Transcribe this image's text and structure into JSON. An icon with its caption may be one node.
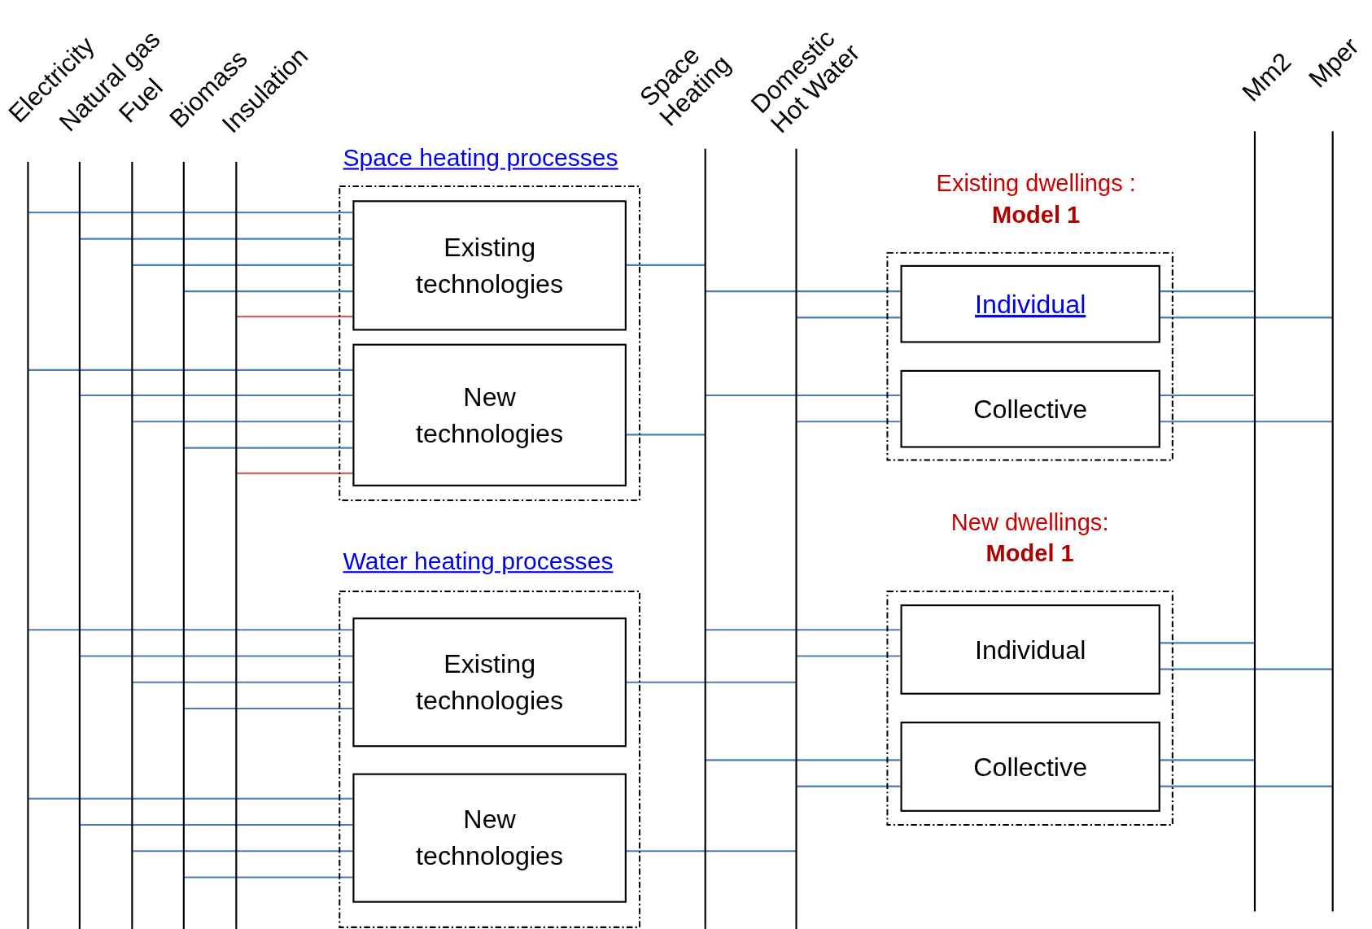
{
  "diagram": {
    "nodes": [
      {
        "text": [
          "Electricity"
        ]
      },
      {
        "text": [
          "Natural gas"
        ]
      },
      {
        "text": [
          "Fuel"
        ]
      },
      {
        "text": [
          "Biomass"
        ]
      },
      {
        "text": [
          "Insulation"
        ]
      },
      {
        "text": [
          "Space Heating"
        ]
      },
      {
        "text": [
          "Domestic Hot Water"
        ]
      },
      {
        "text": [
          "Mm2"
        ]
      },
      {
        "text": [
          "Mper"
        ]
      },
      {
        "text": [
          "Space heating processes"
        ]
      },
      {
        "text": [
          "Existing technologies"
        ],
        "in": 9
      },
      {
        "text": [
          "New technologies"
        ],
        "in": 9
      },
      {
        "text": [
          "Water heating processes"
        ]
      },
      {
        "text": [
          "Existing technologies"
        ],
        "in": 12
      },
      {
        "text": [
          "New technologies"
        ],
        "in": 12
      },
      {
        "text": [
          "Existing dwellings :",
          "Model 1"
        ]
      },
      {
        "text": [
          "Individual"
        ],
        "in": 15
      },
      {
        "text": [
          "Collective"
        ],
        "in": 15
      },
      {
        "text": [
          "New dwellings:",
          "Model 1"
        ]
      },
      {
        "text": [
          "Individual"
        ],
        "in": 18
      },
      {
        "text": [
          "Collective"
        ],
        "in": 18
      }
    ],
    "edges": [
      {
        "from": 0,
        "to": 10,
        "arrow": "none"
      },
      {
        "from": 1,
        "to": 10,
        "arrow": "none"
      },
      {
        "from": 2,
        "to": 10,
        "arrow": "none"
      },
      {
        "from": 3,
        "to": 10,
        "arrow": "none"
      },
      {
        "from": 4,
        "to": 10,
        "arrow": "none",
        "color": "#c0504d"
      },
      {
        "from": 10,
        "to": 5,
        "arrow": "none"
      },
      {
        "from": 0,
        "to": 11,
        "arrow": "none"
      },
      {
        "from": 1,
        "to": 11,
        "arrow": "none"
      },
      {
        "from": 2,
        "to": 11,
        "arrow": "none"
      },
      {
        "from": 3,
        "to": 11,
        "arrow": "none"
      },
      {
        "from": 4,
        "to": 11,
        "arrow": "none",
        "color": "#c0504d"
      },
      {
        "from": 11,
        "to": 5,
        "arrow": "none"
      },
      {
        "from": 0,
        "to": 13,
        "arrow": "none"
      },
      {
        "from": 1,
        "to": 13,
        "arrow": "none"
      },
      {
        "from": 2,
        "to": 13,
        "arrow": "none"
      },
      {
        "from": 3,
        "to": 13,
        "arrow": "none"
      },
      {
        "from": 13,
        "to": 6,
        "arrow": "none"
      },
      {
        "from": 0,
        "to": 14,
        "arrow": "none"
      },
      {
        "from": 1,
        "to": 14,
        "arrow": "none"
      },
      {
        "from": 2,
        "to": 14,
        "arrow": "none"
      },
      {
        "from": 3,
        "to": 14,
        "arrow": "none"
      },
      {
        "from": 14,
        "to": 6,
        "arrow": "none"
      },
      {
        "from": 5,
        "to": 16,
        "arrow": "none"
      },
      {
        "from": 6,
        "to": 16,
        "arrow": "none"
      },
      {
        "from": 16,
        "to": 7,
        "arrow": "none"
      },
      {
        "from": 16,
        "to": 8,
        "arrow": "none"
      },
      {
        "from": 5,
        "to": 17,
        "arrow": "none"
      },
      {
        "from": 6,
        "to": 17,
        "arrow": "none"
      },
      {
        "from": 17,
        "to": 7,
        "arrow": "none"
      },
      {
        "from": 17,
        "to": 8,
        "arrow": "none"
      },
      {
        "from": 5,
        "to": 19,
        "arrow": "none"
      },
      {
        "from": 6,
        "to": 19,
        "arrow": "none"
      },
      {
        "from": 19,
        "to": 7,
        "arrow": "none"
      },
      {
        "from": 19,
        "to": 8,
        "arrow": "none"
      },
      {
        "from": 5,
        "to": 20,
        "arrow": "none"
      },
      {
        "from": 6,
        "to": 20,
        "arrow": "none"
      },
      {
        "from": 20,
        "to": 7,
        "arrow": "none"
      },
      {
        "from": 20,
        "to": 8,
        "arrow": "none"
      }
    ]
  }
}
